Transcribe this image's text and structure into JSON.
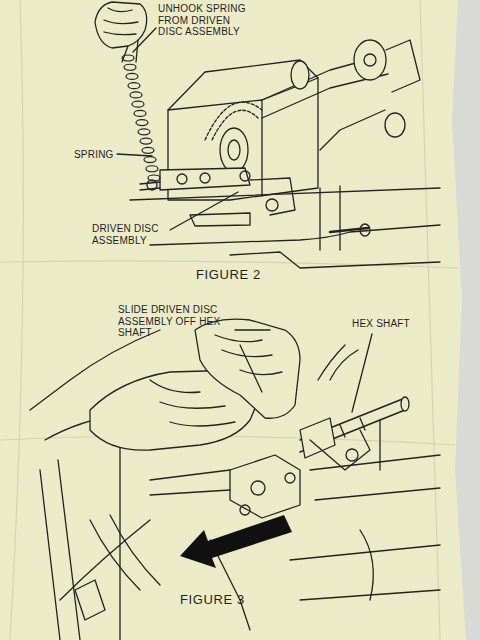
{
  "diagram": {
    "labels": [
      "UNHOOK SPRING FROM DRIVEN DISC ASSEMBLY",
      "SPRING",
      "DRIVEN DISC ASSEMBLY",
      "FIGURE 2",
      "SLIDE DRIVEN DISC ASSEMBLY OFF HEX SHAFT",
      "HEX SHAFT",
      "FIGURE 3"
    ]
  }
}
